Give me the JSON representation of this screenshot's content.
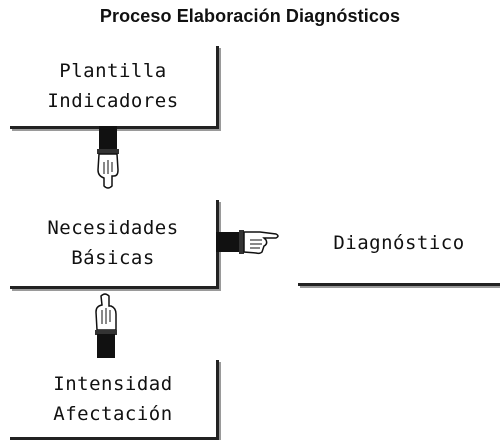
{
  "title": "Proceso Elaboración Diagnósticos",
  "boxes": {
    "plantilla": {
      "line1": "Plantilla",
      "line2": "Indicadores"
    },
    "necesidades": {
      "line1": "Necesidades",
      "line2": "Básicas"
    },
    "diagnostico": {
      "line1": "Diagnóstico"
    },
    "intensidad": {
      "line1": "Intensidad",
      "line2": "Afectación"
    }
  },
  "icons": {
    "down": "pointing-hand-down-icon",
    "right": "pointing-hand-right-icon",
    "up": "pointing-hand-up-icon"
  },
  "colors": {
    "text": "#111111",
    "border": "#222222",
    "shadow": "#9a9a9a",
    "background": "#ffffff"
  }
}
